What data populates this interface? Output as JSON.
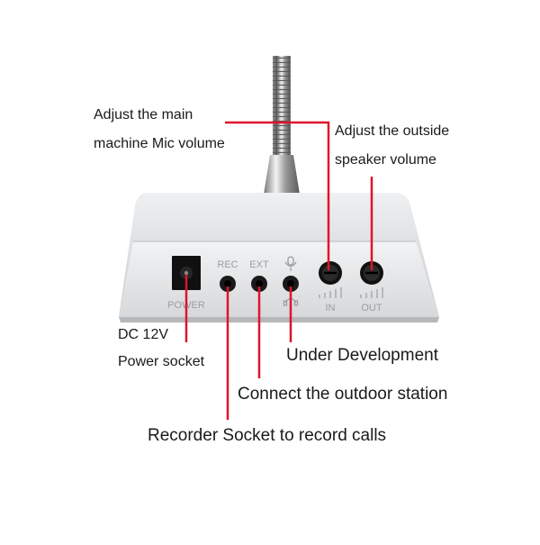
{
  "annotations": {
    "mic_volume": {
      "line1": "Adjust the main",
      "line2": "machine Mic volume"
    },
    "speaker_volume": {
      "line1": "Adjust the outside",
      "line2": "speaker volume"
    },
    "power": {
      "line1": "DC 12V",
      "line2": "Power socket"
    },
    "under_dev": "Under Development",
    "outdoor": "Connect the outdoor station",
    "recorder": "Recorder Socket to record calls"
  },
  "panel_labels": {
    "power": "POWER",
    "rec": "REC",
    "ext": "EXT",
    "in": "IN",
    "out": "OUT",
    "mic_icon": "microphone-icon",
    "headset_icon": "headset-icon"
  },
  "colors": {
    "leader": "#e0142c",
    "body": "#e6e8ea",
    "background": "#ffffff"
  }
}
